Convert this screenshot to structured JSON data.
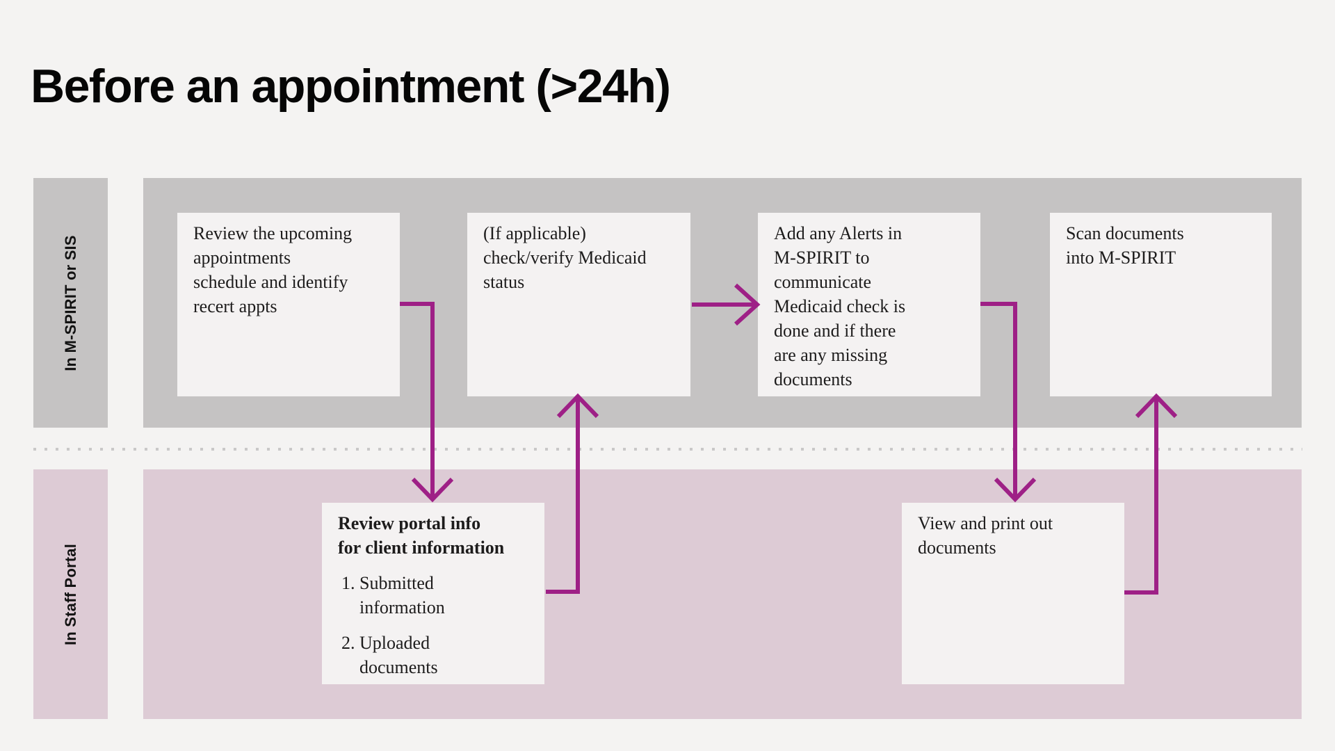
{
  "title": "Before an appointment (>24h)",
  "colors": {
    "accent": "#9e2086",
    "lane_top": "#c5c3c3",
    "lane_bottom": "#ddcbd5",
    "box_bg": "#f4f2f2",
    "page_bg": "#f4f3f2",
    "divider_dots": "#c9c8c8"
  },
  "lanes": [
    {
      "label": "In M-SPIRIT or SIS"
    },
    {
      "label": "In Staff Portal"
    }
  ],
  "nodes": {
    "review_appointments": {
      "lane": "In M-SPIRIT or SIS",
      "text": "Review the upcoming\nappointments\nschedule and identify\nrecert appts"
    },
    "check_medicaid": {
      "lane": "In M-SPIRIT or SIS",
      "text": "(If applicable)\ncheck/verify Medicaid\nstatus"
    },
    "add_alerts": {
      "lane": "In M-SPIRIT or SIS",
      "text": "Add any Alerts in\nM-SPIRIT to\ncommunicate\nMedicaid check is\ndone and if there\nare any missing\ndocuments"
    },
    "scan_documents": {
      "lane": "In M-SPIRIT or SIS",
      "text": "Scan documents\ninto M-SPIRIT"
    },
    "review_portal": {
      "lane": "In Staff Portal",
      "heading": "Review portal info\nfor client information",
      "items": [
        "Submitted\ninformation",
        "Uploaded\ndocuments"
      ]
    },
    "view_print": {
      "lane": "In Staff Portal",
      "text": "View and print out\ndocuments"
    }
  },
  "flows": [
    {
      "from": "review_appointments",
      "to": "review_portal"
    },
    {
      "from": "review_portal",
      "to": "check_medicaid"
    },
    {
      "from": "check_medicaid",
      "to": "add_alerts"
    },
    {
      "from": "add_alerts",
      "to": "view_print"
    },
    {
      "from": "view_print",
      "to": "scan_documents"
    }
  ]
}
